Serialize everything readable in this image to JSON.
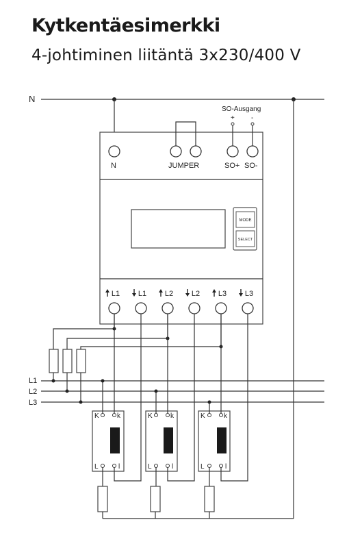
{
  "title": "Kytkentäesimerkki",
  "subtitle": "4-johtiminen liitäntä 3x230/400 V",
  "lines": {
    "n": "N",
    "l1": "L1",
    "l2": "L2",
    "l3": "L3"
  },
  "meter": {
    "terminal_n": "N",
    "jumper": "JUMPER",
    "so_plus": "SO+",
    "so_minus": "SO-",
    "so_output": "SO-Ausgang",
    "plus": "+",
    "minus": "-",
    "mode_button": "MODE",
    "select_button": "SELECT",
    "phase_terminals": [
      {
        "arrow": "up",
        "label": "L1"
      },
      {
        "arrow": "down",
        "label": "L1"
      },
      {
        "arrow": "up",
        "label": "L2"
      },
      {
        "arrow": "down",
        "label": "L2"
      },
      {
        "arrow": "up",
        "label": "L3"
      },
      {
        "arrow": "down",
        "label": "L3"
      }
    ]
  },
  "current_transformers": [
    {
      "K": "K",
      "k": "k",
      "L": "L",
      "l": "l"
    },
    {
      "K": "K",
      "k": "k",
      "L": "L",
      "l": "l"
    },
    {
      "K": "K",
      "k": "k",
      "L": "L",
      "l": "l"
    }
  ],
  "colors": {
    "line": "#333333",
    "ct_core": "#1a1a1a",
    "meter_bg": "#ffffff"
  }
}
